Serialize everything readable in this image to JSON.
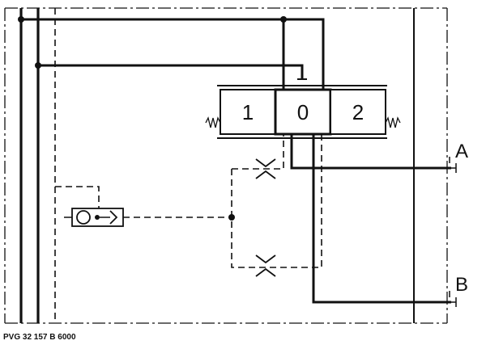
{
  "diagram": {
    "spool_positions": [
      "1",
      "0",
      "2"
    ],
    "ports": {
      "a": "A",
      "b": "B"
    },
    "drawing_code": "PVG 32 157 B 6000"
  },
  "colors": {
    "line": "#111111",
    "background": "#ffffff"
  }
}
